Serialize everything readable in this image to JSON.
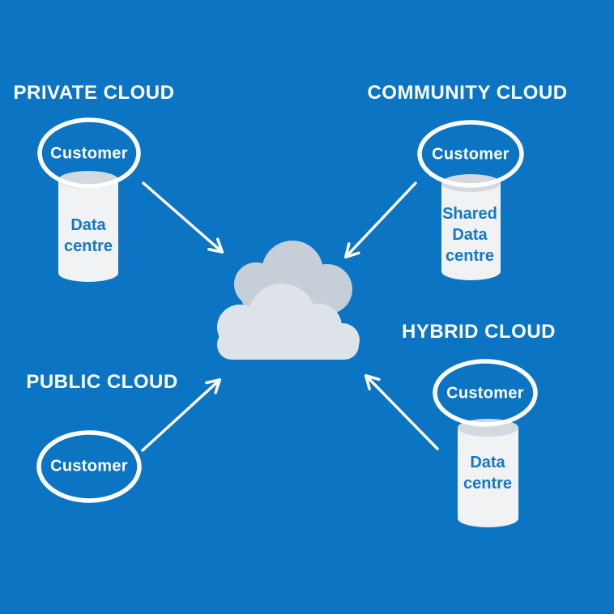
{
  "diagram": {
    "type": "cloud-deployment-models",
    "colors": {
      "background": "#0c75c3",
      "heading_text": "#ffffff",
      "customer_text": "#ffffff",
      "ellipse_outline": "#ffffff",
      "arrow": "#ffffff",
      "cylinder_body": "#f0f2f4",
      "cylinder_top": "#d3d9de",
      "cylinder_text": "#1478c4",
      "cloud_back": "#c6cfd8",
      "cloud_front": "#dde3e8"
    },
    "center": {
      "name": "central-cloud"
    },
    "sections": {
      "private": {
        "heading": "PRIVATE CLOUD",
        "customer": "Customer",
        "datacentre": "Data\ncentre"
      },
      "community": {
        "heading": "COMMUNITY CLOUD",
        "customer": "Customer",
        "datacentre": "Shared\nData\ncentre"
      },
      "public": {
        "heading": "PUBLIC CLOUD",
        "customer": "Customer"
      },
      "hybrid": {
        "heading": "HYBRID CLOUD",
        "customer": "Customer",
        "datacentre": "Data\ncentre"
      }
    },
    "connections": [
      {
        "from": "private-customer",
        "to": "central-cloud"
      },
      {
        "from": "community-customer",
        "to": "central-cloud"
      },
      {
        "from": "public-customer",
        "to": "central-cloud"
      },
      {
        "from": "hybrid-customer",
        "to": "central-cloud"
      }
    ]
  }
}
